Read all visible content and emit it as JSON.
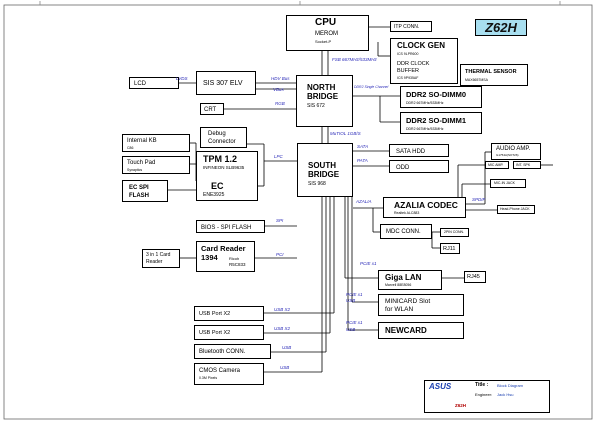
{
  "board": "Z62H",
  "cpu": {
    "title": "CPU",
    "line1": "MEROM",
    "line2": "Socket-P"
  },
  "itp": "ITP CONN.",
  "clockgen": {
    "title": "CLOCK GEN",
    "sub": "ICS 9LPR600"
  },
  "ddrbuf": {
    "line1": "DDR CLOCK",
    "line2": "BUFFER",
    "sub": "ICS 9P935AF"
  },
  "thermal": {
    "title": "THERMAL SENSOR",
    "sub": "MAX6657MSA"
  },
  "fsb": "FSB 667MHz/533MHz",
  "lcd": "LCD",
  "sis307": "SIS 307 ELV",
  "northbridge": {
    "l1": "NORTH",
    "l2": "BRIDGE",
    "sub": "SIS 672"
  },
  "crt": "CRT",
  "dimm0": {
    "title": "DDR2 SO-DIMM0",
    "sub": "DDR2 667MHz/533MHz"
  },
  "dimm1": {
    "title": "DDR2 SO-DIMM1",
    "sub": "DDR2 667MHz/533MHz"
  },
  "ddr2_channel": "DDR2 Single Channel",
  "muti_iol": "MuTIOL 1GB/S",
  "internal_kb": {
    "title": "Internal KB",
    "sub": "C86"
  },
  "touchpad": {
    "title": "Touch Pad",
    "sub": "Synaptics"
  },
  "ec_spi": {
    "l1": "EC SPI",
    "l2": "FLASH"
  },
  "debug": {
    "l1": "Debug",
    "l2": "Connector"
  },
  "tpm": {
    "title": "TPM 1.2",
    "sub": "INFINEON SLB9635"
  },
  "ec": {
    "title": "EC",
    "sub": "ENE3925"
  },
  "southbridge": {
    "l1": "SOUTH",
    "l2": "BRIDGE",
    "sub": "SIS 968"
  },
  "sata_hdd": "SATA HDD",
  "odd": "ODD",
  "audio_amp": {
    "title": "AUDIO AMP.",
    "sub": "G1754A(SOT26)"
  },
  "int_spk": "INT. SPK",
  "mic_amp": "MIC AMP.",
  "int_mic": "INT. MIC",
  "mic_in": "MIC-IN JACK",
  "azalia": {
    "title": "AZALIA CODEC",
    "sub": "Realtek ALC883"
  },
  "hp_jack": "Head-Phone JACK",
  "bios": "BIOS - SPI FLASH",
  "mdc": "MDC CONN.",
  "pin2": "2PIN CONN.",
  "rj11": "RJ11",
  "cardreader": {
    "l1": "Card Reader",
    "l2": "1394",
    "sub1": "Ricoh",
    "sub2": "R5C833"
  },
  "cr3in1": {
    "l1": "3 in 1 Card",
    "l2": "Reader"
  },
  "gigalan": {
    "title": "Giga LAN",
    "sub": "Marvell 88E8056"
  },
  "rj45": "RJ45",
  "minicard": {
    "l1": "MINICARD Slot",
    "l2": "for WLAN"
  },
  "newcard": "NEWCARD",
  "usb1": "USB Port X2",
  "usb2": "USB Port X2",
  "bt": "Bluetooth CONN.",
  "cmos": {
    "title": "CMOS Camera",
    "sub": "0.3M Pixels"
  },
  "buses": {
    "lvds": "LVDS",
    "rgb": "RGB",
    "hdv": "HDV Bus",
    "vbus": "VBus",
    "lpc": "LPC",
    "spi": "SPI",
    "pci": "PCI",
    "sata": "SATA",
    "pata": "PATA",
    "azalia": "AZALIA",
    "spdif": "SPDIF",
    "pcie1": "PCIE x1",
    "pcie_usb": "PCIE x1",
    "usb_a": "USB",
    "pcie_usb2": "PCIE x1",
    "usb_b": "USB",
    "usb_x2a": "USB X2",
    "usb_x2b": "USB X2",
    "usb_c": "USB",
    "usb_d": "USB"
  },
  "titleblock": {
    "title_label": "Title :",
    "title": "Block Diagram",
    "engineer_label": "Engineer:",
    "engineer": "Jack Hsu",
    "model": "Z62H",
    "company": "ASUS"
  }
}
